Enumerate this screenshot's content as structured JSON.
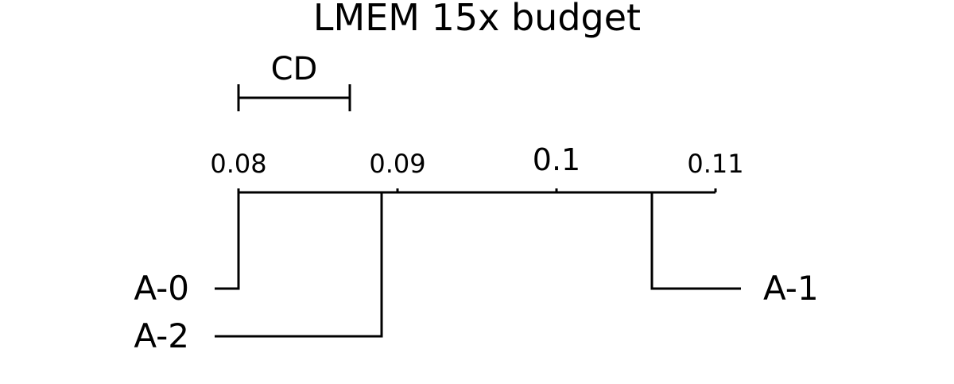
{
  "chart_data": {
    "type": "critical-difference",
    "title": "LMEM 15x budget",
    "cd_label": "CD",
    "cd_value": 0.007,
    "axis": {
      "min": 0.08,
      "max": 0.11,
      "ticks": [
        {
          "value": 0.08,
          "label": "0.08",
          "major": false
        },
        {
          "value": 0.09,
          "label": "0.09",
          "major": false
        },
        {
          "value": 0.1,
          "label": "0.1",
          "major": true
        },
        {
          "value": 0.11,
          "label": "0.11",
          "major": false
        }
      ]
    },
    "methods": [
      {
        "name": "A-0",
        "value": 0.08,
        "side": "left",
        "row": 0
      },
      {
        "name": "A-2",
        "value": 0.089,
        "side": "left",
        "row": 1
      },
      {
        "name": "A-1",
        "value": 0.106,
        "side": "right",
        "row": 0
      }
    ]
  }
}
